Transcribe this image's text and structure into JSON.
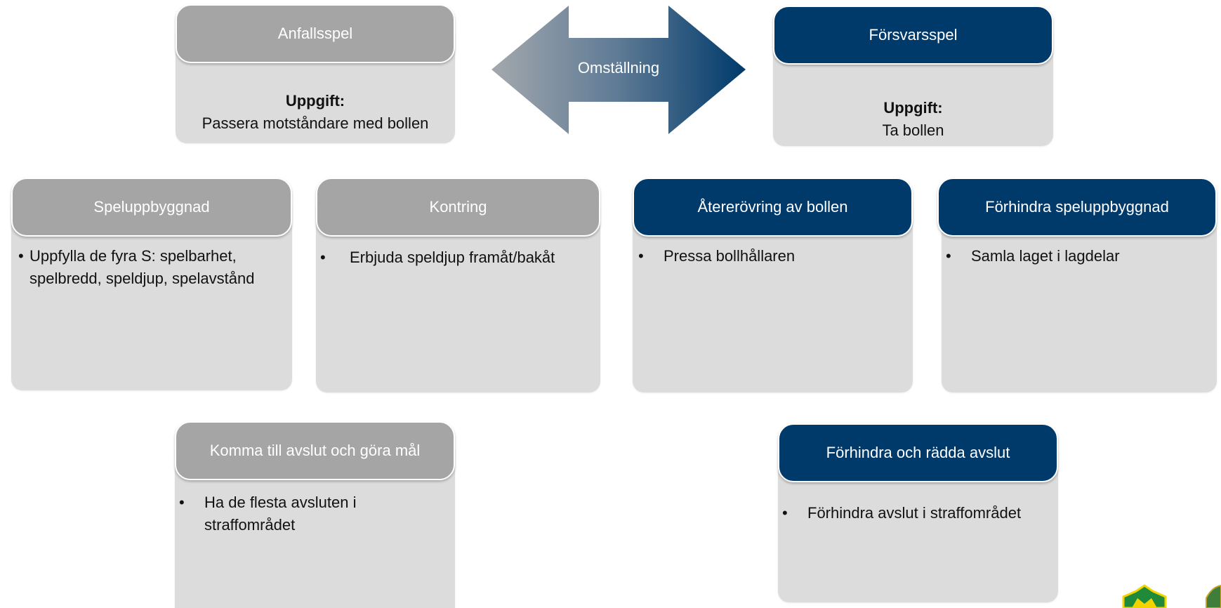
{
  "colors": {
    "offense": "#a5a5a5",
    "defense": "#003a6b",
    "card_body": "#dcdcdc"
  },
  "top": {
    "offense": {
      "title": "Anfallsspel",
      "task_label": "Uppgift:",
      "task": "Passera motståndare med bollen"
    },
    "transition": {
      "label": "Omställning"
    },
    "defense": {
      "title": "Försvarsspel",
      "task_label": "Uppgift:",
      "task": "Ta bollen"
    }
  },
  "middle": [
    {
      "title": "Speluppbyggnad",
      "bullet": "Uppfylla de fyra S: spelbarhet, spelbredd, speldjup, spelavstånd"
    },
    {
      "title": "Kontring",
      "bullet": "Erbjuda speldjup framåt/bakåt"
    },
    {
      "title": "Återerövring av bollen",
      "bullet": "Pressa bollhållaren"
    },
    {
      "title": "Förhindra speluppbyggnad",
      "bullet": "Samla laget i lagdelar"
    }
  ],
  "bottom": [
    {
      "title": "Komma till avslut och göra mål",
      "bullet": "Ha de flesta avsluten i straffområdet"
    },
    {
      "title": "Förhindra och rädda avslut",
      "bullet": "Förhindra avslut i straffområdet"
    }
  ],
  "bullet_char": "•"
}
